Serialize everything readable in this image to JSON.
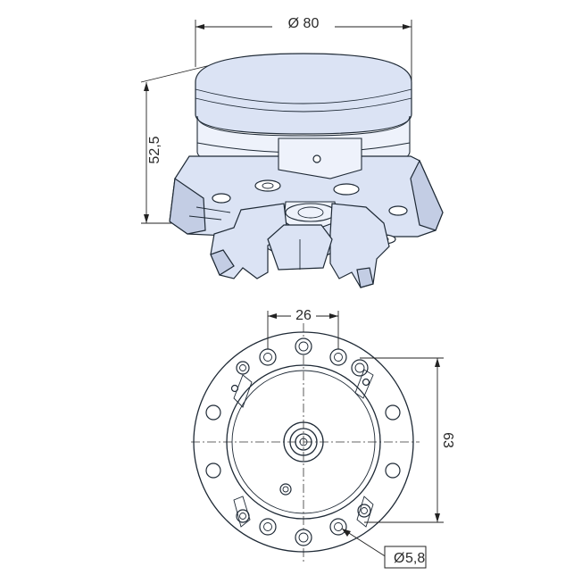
{
  "dimensions": {
    "top_diameter": "Ø 80",
    "height": "52,5",
    "hole_spacing": "26",
    "width": "63",
    "hole_diameter": "5,8"
  },
  "colors": {
    "body": "#dbe3f4",
    "shade": "#c3cde4",
    "line": "#1f2a36"
  }
}
